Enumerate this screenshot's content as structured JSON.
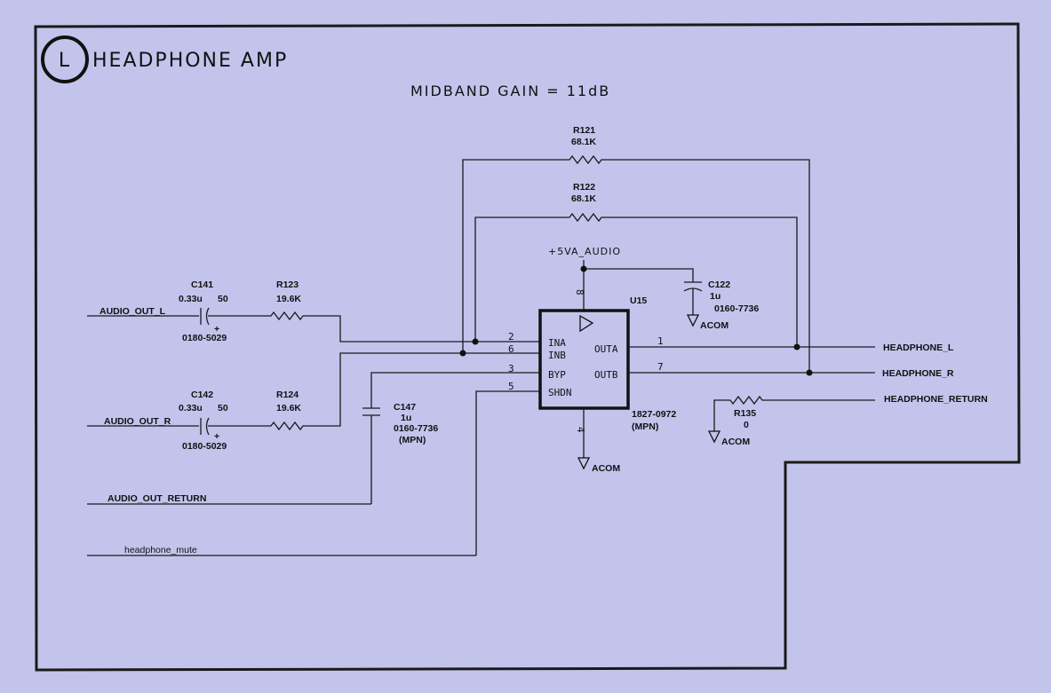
{
  "sheet": {
    "zone_letter": "L",
    "title": "HEADPHONE AMP",
    "subtitle": "MIDBAND GAIN = 11dB"
  },
  "power": {
    "rail": "+5VA_AUDIO",
    "ground_label": "ACOM"
  },
  "ic": {
    "ref": "U15",
    "part_number": "1827-0972",
    "mpn": "(MPN)",
    "pins": [
      {
        "num": "2",
        "name": "INA"
      },
      {
        "num": "6",
        "name": "INB"
      },
      {
        "num": "3",
        "name": "BYP"
      },
      {
        "num": "5",
        "name": "SHDN"
      },
      {
        "num": "1",
        "name": "OUTA"
      },
      {
        "num": "7",
        "name": "OUTB"
      },
      {
        "num": "8",
        "name": ""
      },
      {
        "num": "4",
        "name": ""
      }
    ]
  },
  "resistors": [
    {
      "ref": "R121",
      "value": "68.1K"
    },
    {
      "ref": "R122",
      "value": "68.1K"
    },
    {
      "ref": "R123",
      "value": "19.6K"
    },
    {
      "ref": "R124",
      "value": "19.6K"
    },
    {
      "ref": "R135",
      "value": "0"
    }
  ],
  "capacitors": [
    {
      "ref": "C141",
      "value": "0.33u",
      "voltage": "50",
      "part_number": "0180-5029",
      "polarity": "+"
    },
    {
      "ref": "C142",
      "value": "0.33u",
      "voltage": "50",
      "part_number": "0180-5029",
      "polarity": "+"
    },
    {
      "ref": "C147",
      "value": "1u",
      "part_number": "0160-7736",
      "mpn": "(MPN)"
    },
    {
      "ref": "C122",
      "value": "1u",
      "part_number": "0160-7736"
    }
  ],
  "nets": {
    "inputs": [
      "AUDIO_OUT_L",
      "AUDIO_OUT_R",
      "AUDIO_OUT_RETURN",
      "headphone_mute"
    ],
    "outputs": [
      "HEADPHONE_L",
      "HEADPHONE_R",
      "HEADPHONE_RETURN"
    ]
  }
}
